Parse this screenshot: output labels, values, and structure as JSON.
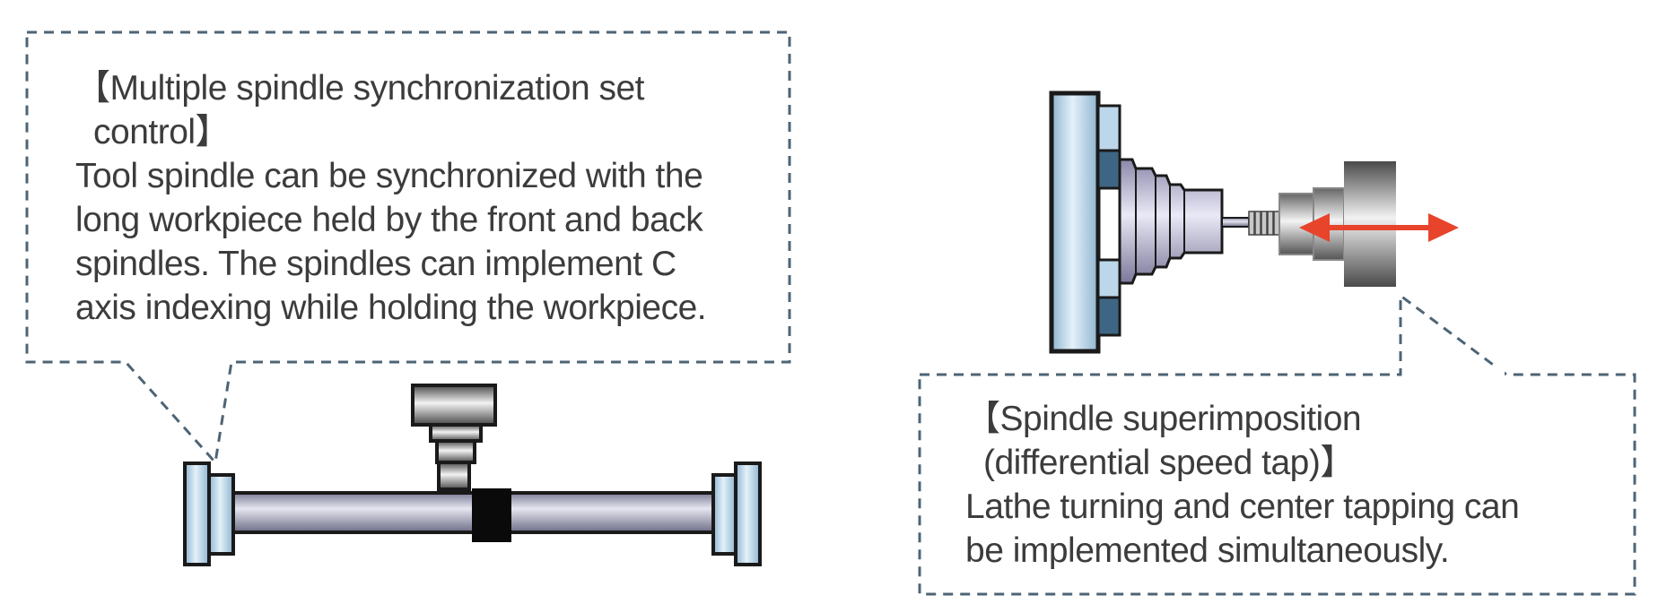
{
  "left_callout": {
    "title_line1": "【Multiple spindle synchronization set",
    "title_line2": "control】",
    "body_lines": [
      "Tool spindle can be synchronized with the",
      "long workpiece held by the front and back",
      "spindles. The spindles can implement C",
      "axis indexing while holding the workpiece."
    ]
  },
  "right_callout": {
    "title_line1": "【Spindle superimposition",
    "title_line2": "(differential speed tap)】",
    "body_lines": [
      "Lathe turning and center tapping can",
      "be implemented simultaneously."
    ]
  },
  "colors": {
    "border_dash": "#4d6475",
    "text": "#3c3c3c",
    "arrow": "#e8432b",
    "shaft": "#9e9eb4",
    "flange": "#b7d2e6"
  },
  "icons": [
    "double-arrow-icon"
  ]
}
